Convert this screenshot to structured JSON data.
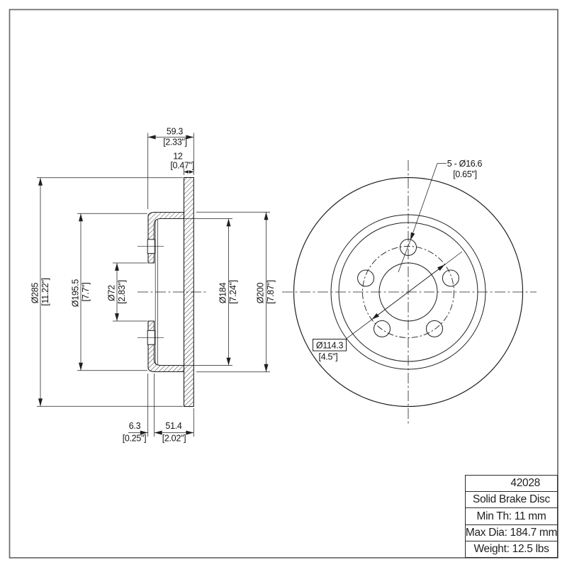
{
  "section": {
    "overall_width": {
      "mm": "59.3",
      "in": "[2.33\"]"
    },
    "disc_thickness": {
      "mm": "12",
      "in": "[0.47\"]"
    },
    "outer_diameter": {
      "mm": "Ø285",
      "in": "[11.22\"]"
    },
    "hat_diameter": {
      "mm": "Ø195.5",
      "in": "[7.7\"]"
    },
    "bore_diameter": {
      "mm": "Ø72",
      "in": "[2.83\"]"
    },
    "hat_inner_diameter": {
      "mm": "Ø184",
      "in": "[7.24\"]"
    },
    "step_diameter": {
      "mm": "Ø200",
      "in": "[7.87\"]"
    },
    "wall_thickness": {
      "mm": "6.3",
      "in": "[0.25\"]"
    },
    "hat_depth": {
      "mm": "51.4",
      "in": "[2.02\"]"
    }
  },
  "front": {
    "bolt_holes": {
      "mm": "5 - Ø16.6",
      "in": "[0.65\"]"
    },
    "bolt_circle": {
      "mm": "Ø114.3",
      "in": "[4.5\"]"
    }
  },
  "title_block": {
    "rows": [
      "42028",
      "Solid Brake Disc",
      "Min Th: 11 mm",
      "Max Dia: 184.7 mm",
      "Weight: 12.5 lbs"
    ]
  },
  "colors": {
    "ink": "#1f1f1f",
    "border": "#6a6a6a"
  }
}
